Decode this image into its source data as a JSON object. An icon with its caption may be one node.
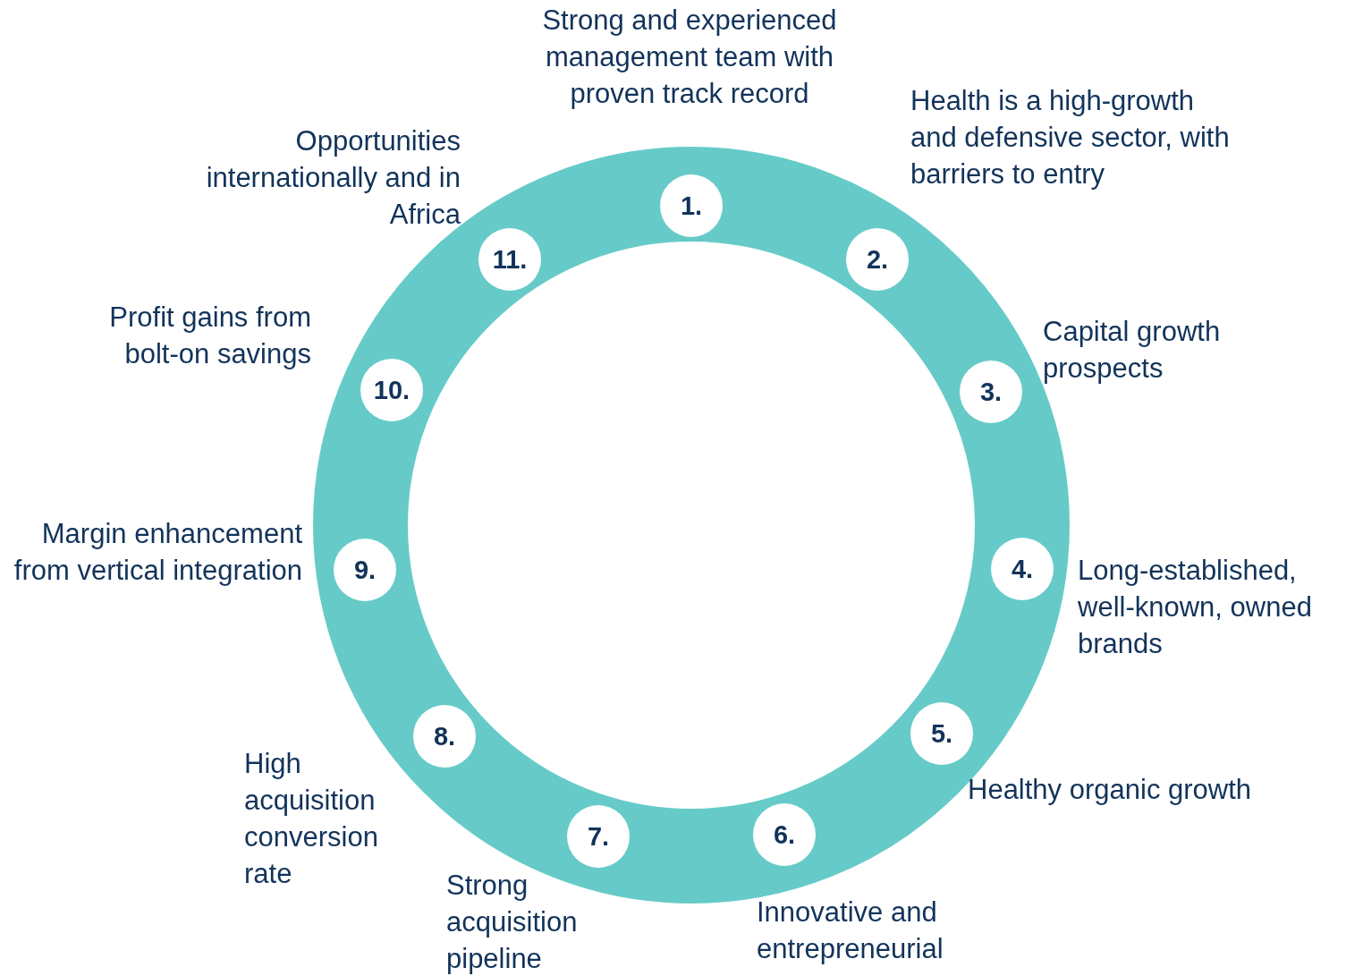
{
  "diagram": {
    "nodes": [
      {
        "text": [
          "1."
        ],
        "beside": [
          "Strong and experienced management team with proven track record"
        ]
      },
      {
        "text": [
          "2."
        ],
        "beside": [
          "Health is a high-growth and defensive sector, with barriers to entry"
        ]
      },
      {
        "text": [
          "3."
        ],
        "beside": [
          "Capital growth prospects"
        ]
      },
      {
        "text": [
          "4."
        ],
        "beside": [
          "Long-established, well-known, owned brands"
        ]
      },
      {
        "text": [
          "5."
        ],
        "beside": [
          "Healthy organic growth"
        ]
      },
      {
        "text": [
          "6."
        ],
        "beside": [
          "Innovative and entrepreneurial"
        ]
      },
      {
        "text": [
          "7."
        ],
        "beside": [
          "Strong acquisition pipeline"
        ]
      },
      {
        "text": [
          "8."
        ],
        "beside": [
          "High acquisition conversion rate"
        ]
      },
      {
        "text": [
          "9."
        ],
        "beside": [
          "Margin enhancement from vertical integration"
        ]
      },
      {
        "text": [
          "10."
        ],
        "beside": [
          "Profit gains from bolt-on savings"
        ]
      },
      {
        "text": [
          "11."
        ],
        "beside": [
          "Opportunities internationally and in Africa"
        ]
      }
    ]
  }
}
